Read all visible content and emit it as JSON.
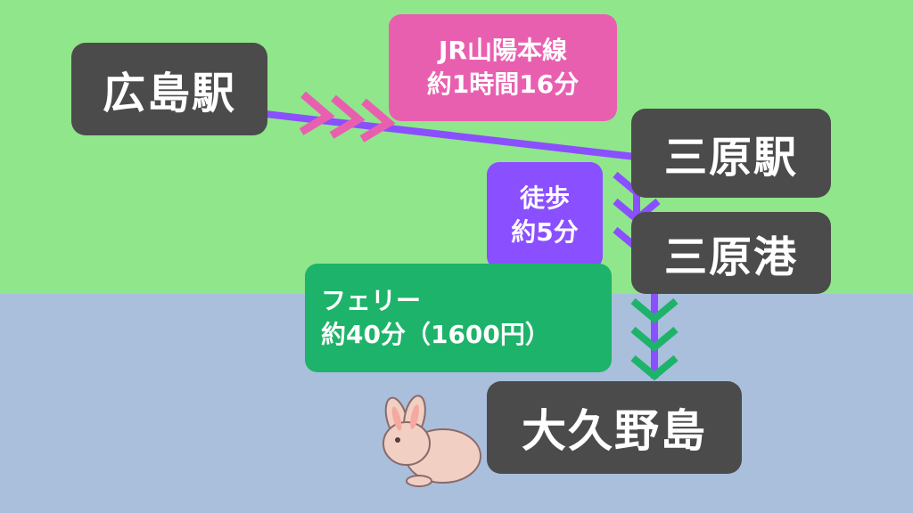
{
  "colors": {
    "sky": "#90e68b",
    "sea": "#a9bfdc",
    "station": "#4b4b4b",
    "train": "#e95fb0",
    "walk": "#8a4fff",
    "ferry": "#1eb36a",
    "route_line": "#8a4fff"
  },
  "stations": {
    "hiroshima": "広島駅",
    "mihara_station": "三原駅",
    "mihara_port": "三原港",
    "okunoshima": "大久野島"
  },
  "legs": {
    "train": {
      "line1": "JR山陽本線",
      "line2": "約1時間16分"
    },
    "walk": {
      "line1": "徒歩",
      "line2": "約5分"
    },
    "ferry": {
      "line1": "フェリー",
      "line2": "約40分（1600円）"
    }
  },
  "icons": {
    "rabbit": "rabbit-icon"
  }
}
